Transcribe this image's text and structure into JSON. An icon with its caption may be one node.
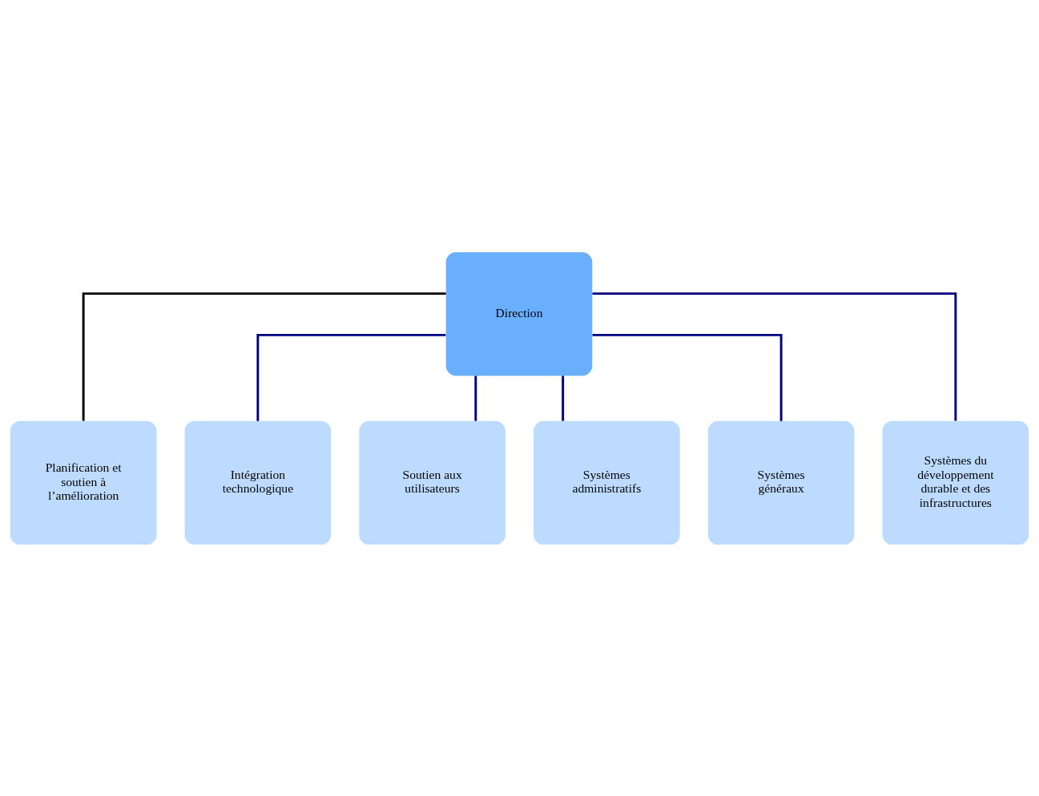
{
  "diagram": {
    "nodes": [
      {
        "text": [
          "Direction"
        ]
      },
      {
        "text": [
          "Planification et soutien à l’amélioration"
        ]
      },
      {
        "text": [
          "Intégration technologique"
        ]
      },
      {
        "text": [
          "Soutien aux utilisateurs"
        ]
      },
      {
        "text": [
          "Systèmes administratifs"
        ]
      },
      {
        "text": [
          "Systèmes généraux"
        ]
      },
      {
        "text": [
          "Systèmes du développement durable et des infrastructures"
        ]
      }
    ],
    "edges": [
      {
        "from": 0,
        "to": 1,
        "arrow": "none",
        "color": "#000000"
      },
      {
        "from": 0,
        "to": 2,
        "arrow": "none"
      },
      {
        "from": 0,
        "to": 3,
        "arrow": "none"
      },
      {
        "from": 0,
        "to": 4,
        "arrow": "none"
      },
      {
        "from": 0,
        "to": 5,
        "arrow": "none"
      },
      {
        "from": 0,
        "to": 6,
        "arrow": "none"
      }
    ]
  }
}
